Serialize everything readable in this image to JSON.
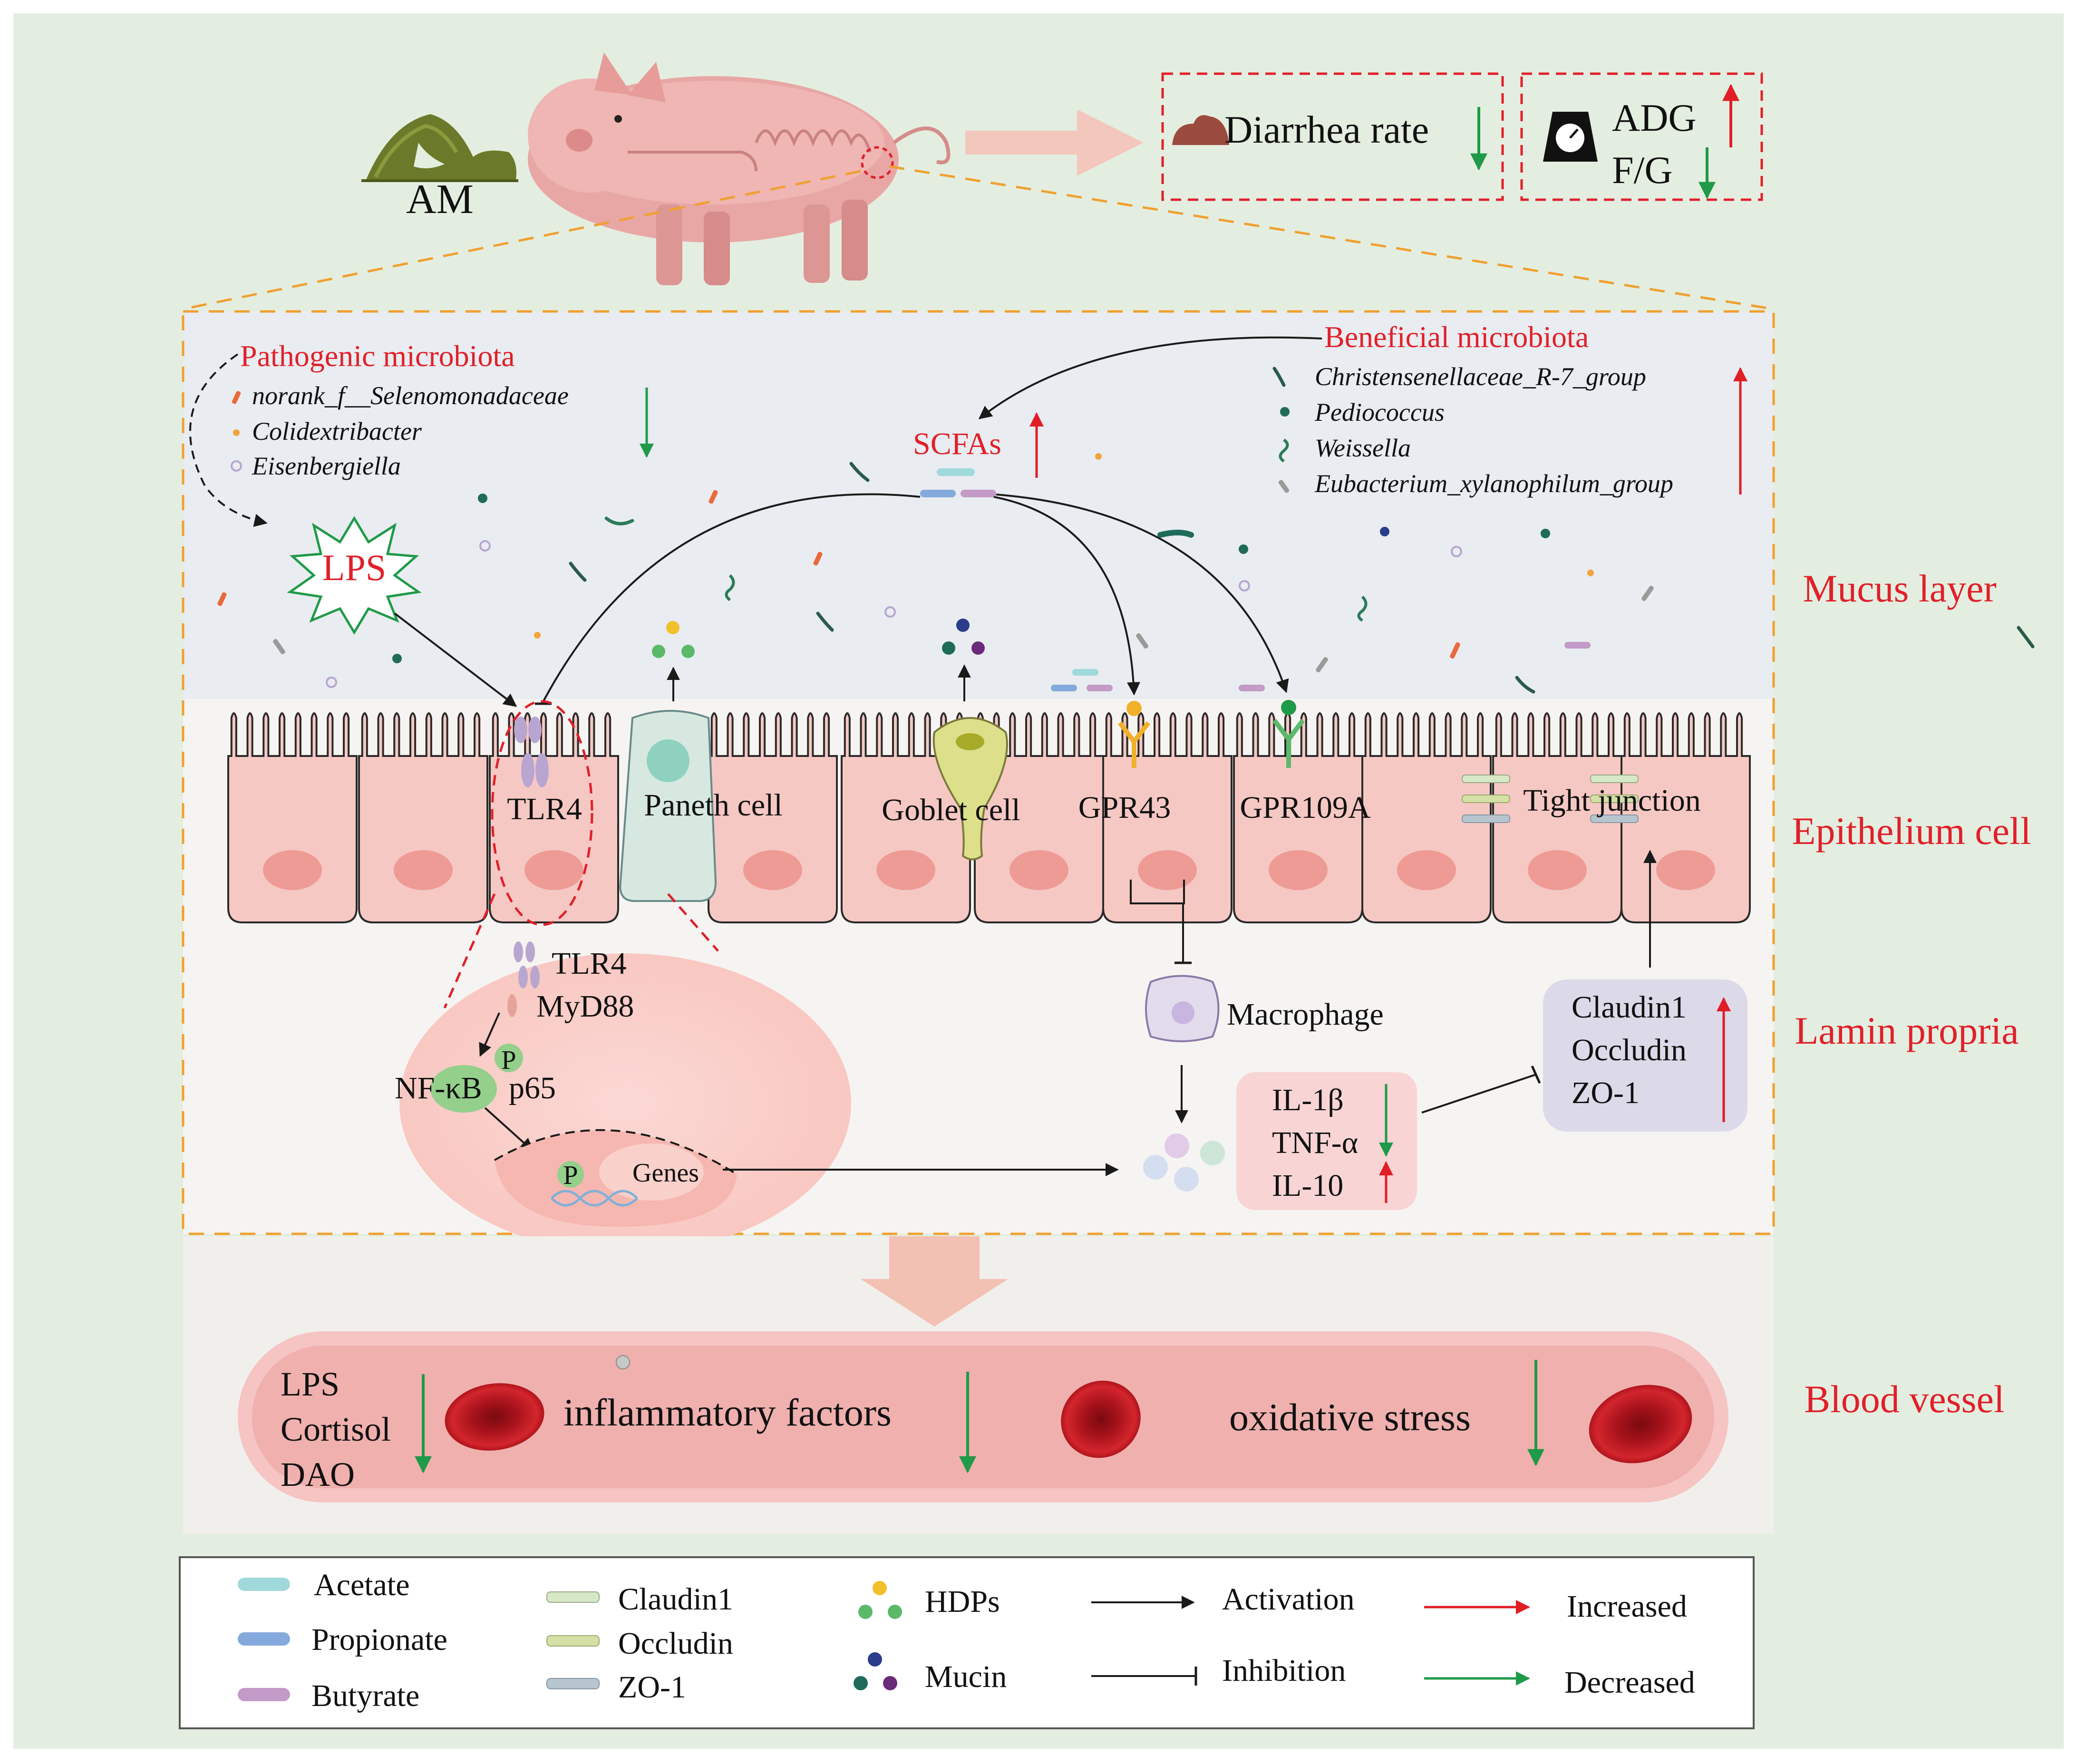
{
  "top": {
    "feed_label": "AM",
    "outcomes": {
      "diarrhea": "Diarrhea rate",
      "adg": "ADG",
      "fg": "F/G"
    }
  },
  "mucus": {
    "pathogenic_title": "Pathogenic microbiota",
    "pathogenic_taxa": [
      "norank_f__Selenomonadaceae",
      "Colidextribacter",
      "Eisenbergiella"
    ],
    "lps": "LPS",
    "scfas": "SCFAs",
    "beneficial_title": "Beneficial microbiota",
    "beneficial_taxa": [
      "Christensenellaceae_R-7_group",
      "Pediococcus",
      "Weissella",
      "Eubacterium_xylanophilum_group"
    ]
  },
  "epithelium": {
    "tlr4": "TLR4",
    "paneth": "Paneth cell",
    "goblet": "Goblet cell",
    "gpr43": "GPR43",
    "gpr109a": "GPR109A",
    "tight_junction": "Tight junction"
  },
  "lamina": {
    "tlr4": "TLR4",
    "myd88": "MyD88",
    "nfkb": "NF-κB",
    "p65": "p65",
    "p": "P",
    "genes": "Genes",
    "macrophage": "Macrophage",
    "cytokines": [
      "IL-1β",
      "TNF-α",
      "IL-10"
    ],
    "junction_proteins": [
      "Claudin1",
      "Occludin",
      "ZO-1"
    ]
  },
  "layers": {
    "mucus": "Mucus layer",
    "epithelium": "Epithelium cell",
    "lamina": "Lamin propria",
    "blood": "Blood vessel"
  },
  "blood": {
    "markers": [
      "LPS",
      "Cortisol",
      "DAO"
    ],
    "inflammatory": "inflammatory factors",
    "oxidative": "oxidative stress"
  },
  "legend": {
    "acetate": "Acetate",
    "propionate": "Propionate",
    "butyrate": "Butyrate",
    "claudin1": "Claudin1",
    "occludin": "Occludin",
    "zo1": "ZO-1",
    "hdps": "HDPs",
    "mucin": "Mucin",
    "activation": "Activation",
    "inhibition": "Inhibition",
    "increased": "Increased",
    "decreased": "Decreased"
  },
  "colors": {
    "background": "#e4eee0",
    "mucus_bg": "#e9ecf0",
    "cell_fill": "#f6c8c3",
    "nucleus": "#ee9b95",
    "red_text": "#e0202a",
    "increase_arrow": "#e01e26",
    "decrease_arrow": "#1f9a48",
    "dashed_orange": "#f0a030",
    "vessel": "#efb3b2",
    "acetate": "#9fd9dc",
    "propionate": "#84a9dc",
    "butyrate": "#c39ac8",
    "claudin1": "#d7e8c7",
    "occludin": "#d5e0a6",
    "zo1": "#b7c5cf"
  }
}
